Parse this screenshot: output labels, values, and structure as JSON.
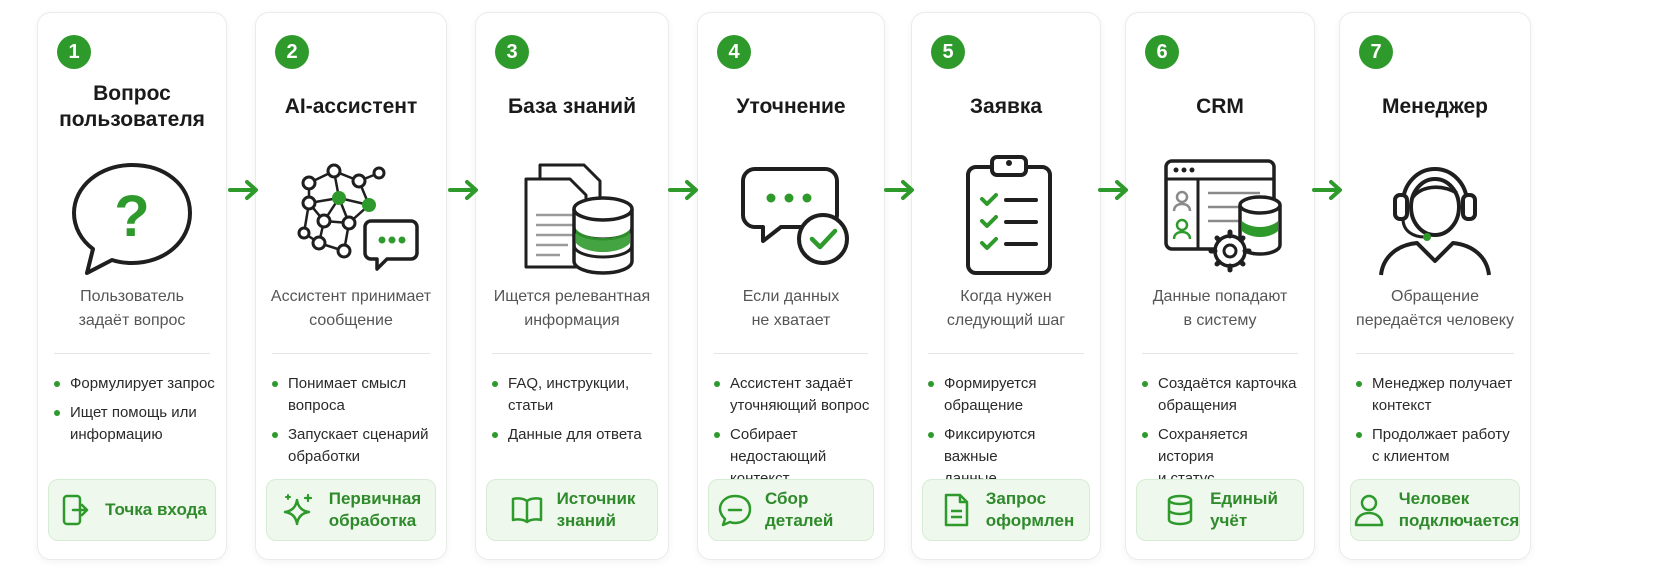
{
  "colors": {
    "accent": "#2f9a2c",
    "badge_bg": "#eef8ec",
    "text": "#1c1c1c",
    "muted": "#555555"
  },
  "steps": [
    {
      "number": "1",
      "title": "Вопрос\nпользователя",
      "icon": "question-bubble-icon",
      "description": "Пользователь\nзадаёт вопрос",
      "bullets": [
        "Формулирует запрос",
        "Ищет помощь или\nинформацию"
      ],
      "badge": {
        "icon": "entry-door-icon",
        "label": "Точка входа"
      }
    },
    {
      "number": "2",
      "title": "AI-ассистент",
      "icon": "neural-network-icon",
      "description": "Ассистент принимает\nсообщение",
      "bullets": [
        "Понимает смысл\nвопроса",
        "Запускает сценарий\nобработки"
      ],
      "badge": {
        "icon": "sparkles-icon",
        "label": "Первичная\nобработка"
      }
    },
    {
      "number": "3",
      "title": "База знаний",
      "icon": "documents-database-icon",
      "description": "Ищется релевантная\nинформация",
      "bullets": [
        "FAQ, инструкции,\nстатьи",
        "Данные для ответа"
      ],
      "badge": {
        "icon": "book-icon",
        "label": "Источник\nзнаний"
      }
    },
    {
      "number": "4",
      "title": "Уточнение",
      "icon": "chat-check-icon",
      "description": "Если данных\nне хватает",
      "bullets": [
        "Ассистент задаёт\nуточняющий вопрос",
        "Собирает\nнедостающий контекст"
      ],
      "badge": {
        "icon": "chat-minus-icon",
        "label": "Сбор деталей"
      }
    },
    {
      "number": "5",
      "title": "Заявка",
      "icon": "clipboard-checklist-icon",
      "description": "Когда нужен\nследующий шаг",
      "bullets": [
        "Формируется\nобращение",
        "Фиксируются важные\nданные"
      ],
      "badge": {
        "icon": "document-icon",
        "label": "Запрос\nоформлен"
      }
    },
    {
      "number": "6",
      "title": "CRM",
      "icon": "crm-window-icon",
      "description": "Данные попадают\nв систему",
      "bullets": [
        "Создаётся карточка\nобращения",
        "Сохраняется история\nи статус"
      ],
      "badge": {
        "icon": "database-icon",
        "label": "Единый\nучёт"
      }
    },
    {
      "number": "7",
      "title": "Менеджер",
      "icon": "headset-operator-icon",
      "description": "Обращение\nпередаётся человеку",
      "bullets": [
        "Менеджер получает\nконтекст",
        "Продолжает работу\nс клиентом"
      ],
      "badge": {
        "icon": "person-icon",
        "label": "Человек\nподключается"
      }
    }
  ]
}
